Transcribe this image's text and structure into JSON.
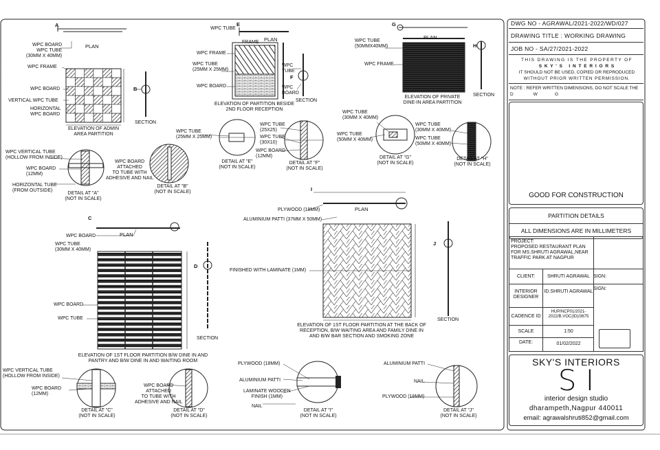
{
  "title_block": {
    "dwg_no": "DWG NO - AGRAWAL/2021-2022/WD/027",
    "drawing_title": "DRAWING TITLE : WORKING DRAWING",
    "job_no": "JOB NO - SA/27/2021-2022",
    "property_line1": "THIS DRAWING IS THE PROPERTY OF",
    "property_line2": "S K Y ' S   I N T E R I O R S",
    "property_line3": "IT SHOULD NOT BE USED, COPIED OR REPRODUCED",
    "property_line4": "WITHOUT PRIOR WRITTEN PERMISSION.",
    "note": "NOTE : REFER WRITTEN DIMENSIONS, DO NOT SCALE THE",
    "note_tail": "D                W              G",
    "status": "GOOD FOR CONSTRUCTION",
    "sheet_title": "PARTITION DETAILS",
    "units_note": "ALL DIMENSIONS ARE IN MILLIMETERS",
    "project": "PROJECT:\nPROPOSED RESTAURANT PLAN\nFOR Ms.SHRUTI AGRAWAL,NEAR\nTRAFFIC PARK AT NAGPUR",
    "client_label": "CLIENT:",
    "client_value": "SHRUTI AGRAWAL",
    "sign1": "SIGN:",
    "designer_label": "INTERIOR DESIGNER",
    "designer_value": "ID.SHRUTI AGRAWAL",
    "sign2": "SIGN:",
    "cadence_label": "CADENCE ID",
    "cadence_value": "HUP/NCP01/2021-2022/B.VOC(ID)/3675",
    "scale_label": "SCALE",
    "scale_value": "1:50",
    "date_label": "DATE:",
    "date_value": "01/02/2022",
    "brand": "SKY'S INTERIORS",
    "monogram": "S I",
    "tagline": "interior design studio",
    "address": "dharampeth,Nagpur  440011",
    "email": "email: agrawalshruti852@gmail.com"
  },
  "drawings": {
    "admin": {
      "section_letter": "A",
      "plan": "PLAN",
      "wpc_board_tube": "WPC BOARD\nWPC TUBE\n(30MM X 40MM)",
      "wpc_frame": "WPC FRAME",
      "wpc_board": "WPC BOARD",
      "vertical_tube": "VERTICAL WPC TUBE",
      "horizontal": "HORIZONTAL\nWPC BOARD",
      "caption": "ELEVATION OF ADMIN\nAREA PARTITION",
      "b_marker": "B",
      "section": "SECTION"
    },
    "reception2": {
      "section_letter": "E",
      "wpc_tube_top": "WPC TUBE",
      "frame": "FRAME",
      "plan": "PLAN",
      "wpc_frame": "WPC FRAME",
      "wpc_tube_side": "WPC TUBE\n(25MM X 25MM)",
      "wpc_board": "WPC BOARD",
      "wpc_tube_r": "WPC\nTUBE",
      "f_marker": "F",
      "wpc_board_r": "WPC\nBOARD",
      "section": "SECTION",
      "caption": "ELEVATION OF PARTITION BESIDE\n2ND FLOOR RECEPTION"
    },
    "private_dine": {
      "section_letter": "G",
      "wpc_tube": "WPC TUBE\n(50MMX40MM)",
      "plan": "PLAN",
      "wpc_frame": "WPC FRAME",
      "h_marker": "H",
      "section": "SECTION",
      "caption": "ELEVATION OF PRIVATE\nDINE-IN AREA PARTITION"
    },
    "detail_a": {
      "vert_tube": "WPC VERTICAL TUBE\n(HOLLOW FROM INSIDE)",
      "wpc_board": "WPC BOARD\n(12MM)",
      "horiz_tube": "HORIZONTAL TUBE\n(FROM OUTSIDE)",
      "caption": "DETAIL AT \"A\"\n(NOT IN SCALE)"
    },
    "detail_b": {
      "note": "WPC BOARD\nATTACHED\nTO TUBE WITH\nADHESIVE AND NAIL",
      "caption": "DETAIL AT \"B\"\n(NOT IN SCALE)"
    },
    "detail_e": {
      "tube": "WPC TUBE\n(25MM X 25MM)",
      "caption": "DETAIL AT \"E\"\n(NOT IN SCALE)"
    },
    "detail_f": {
      "tube": "WPC TUBE\n(25X25)",
      "tube2": "WPC TUBE\n(30X10)",
      "board": "WPC BOARD\n(12MM)",
      "caption": "DETAIL AT \"F\"\n(NOT IN SCALE)"
    },
    "detail_g": {
      "tube1": "WPC TUBE\n(30MM X 40MM)",
      "tube2": "WPC TUBE\n(50MM X 40MM)",
      "caption": "DETAIL AT \"G\"\n(NOT IN SCALE)"
    },
    "detail_h": {
      "tube1": "WPC TUBE\n(30MM X 40MM)",
      "tube2": "WPC TUBE\n(50MM X 40MM)",
      "caption": "DETAIL AT \"H\"\n(NOT IN SCALE)"
    },
    "first_floor": {
      "section_letter": "C",
      "wpc_board_top": "WPC BOARD",
      "plan": "PLAN",
      "wpc_tube": "WPC TUBE\n(30MM X 40MM)",
      "wpc_board": "WPC BOARD",
      "wpc_tube2": "WPC TUBE",
      "d_marker": "D",
      "section": "SECTION",
      "caption": "ELEVATION OF 1ST FLOOR PARTITION B/W DINE IN AND\nPANTRY AND B/W DINE IN AND WAITING ROOM"
    },
    "reception1": {
      "section_letter": "I",
      "plywood": "PLYWOOD (18MM)",
      "plan": "PLAN",
      "patti": "ALUMINIUM PATTI (37MM X 50MM)",
      "laminate": "FINISHED WITH LAMINATE (1MM)",
      "j_marker": "J",
      "section": "SECTION",
      "caption": "ELEVATION OF 1ST FLOOR PARTITION AT THE BACK OF\nRECEPTION, B/W WAITING AREA AND FAMILY DINE IN\nAND B/W BAR SECTION AND SMOKING ZONE"
    },
    "detail_c": {
      "vert_tube": "WPC VERTICAL TUBE\n(HOLLOW FROM INSIDE)",
      "board": "WPC BOARD\n(12MM)",
      "caption": "DETAIL AT \"C\"\n(NOT IN SCALE)"
    },
    "detail_d": {
      "note": "WPC BOARD\nATTACHED\nTO TUBE WITH\nADHESIVE AND NAIL",
      "caption": "DETAIL AT \"D\"\n(NOT IN SCALE)"
    },
    "detail_i": {
      "plywood": "PLYWOOD (18MM)",
      "patti": "ALUMINIUM PATTI",
      "laminate": "LAMINATE WOODEN\nFINISH (1MM)",
      "nail": "NAIL",
      "caption": "DETAIL AT \"I\"\n(NOT IN SCALE)"
    },
    "detail_j": {
      "patti": "ALUMINIUM PATTI",
      "nail": "NAIL",
      "plywood": "PLYWOOD (18MM)",
      "caption": "DETAIL AT \"J\"\n(NOT IN SCALE)"
    }
  }
}
